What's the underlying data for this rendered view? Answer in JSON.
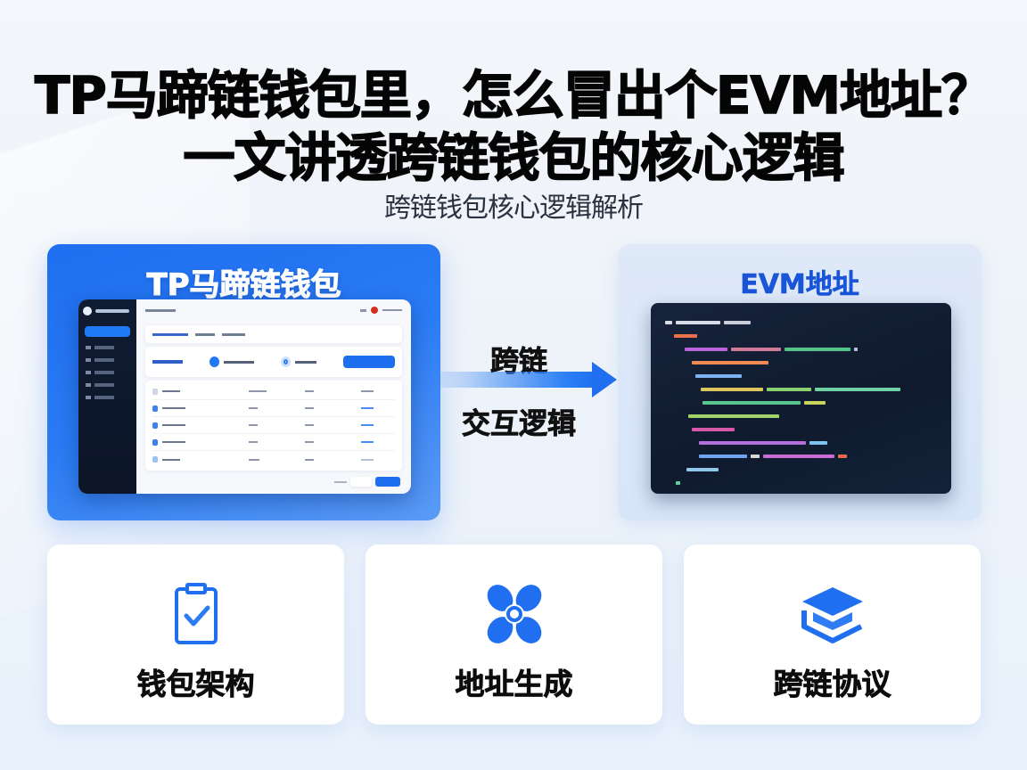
{
  "header": {
    "title_line1": "TP马蹄链钱包里，怎么冒出个EVM地址？",
    "title_line2": "一文讲透跨链钱包的核心逻辑",
    "subtitle": "跨链钱包核心逻辑解析"
  },
  "left_panel": {
    "title": "TP马蹄链钱包",
    "mockup": {
      "sidebar_nav_count": 5,
      "table_rows": 4
    }
  },
  "connector": {
    "top_label": "跨链",
    "bottom_label": "交互逻辑",
    "icon": "arrow-right-icon"
  },
  "right_panel": {
    "title": "EVM地址",
    "code_block": "code-editor-illustration"
  },
  "features": [
    {
      "label": "钱包架构",
      "icon": "clipboard-check-icon"
    },
    {
      "label": "地址生成",
      "icon": "propeller-node-icon"
    },
    {
      "label": "跨链协议",
      "icon": "layers-stack-icon"
    }
  ],
  "colors": {
    "accent_blue": "#1f6ff0",
    "evm_title_blue": "#1a55d8",
    "code_bg": "#0f1a2e",
    "page_bg": "#eef3f9"
  }
}
